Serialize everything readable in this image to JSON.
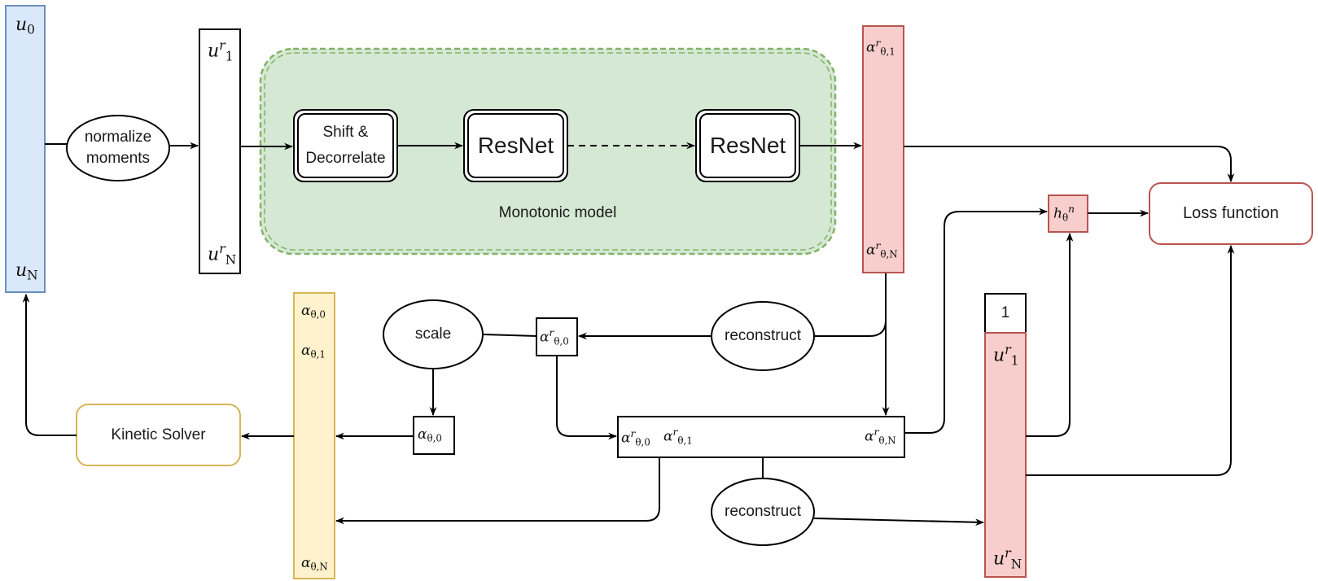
{
  "nodes": {
    "normalize_moments": "normalize\nmoments",
    "shift_decorrelate": "Shift &\nDecorrelate",
    "resnet_1": "ResNet",
    "resnet_2": "ResNet",
    "monotonic_model": "Monotonic model",
    "loss_function": "Loss function",
    "reconstruct_top": "reconstruct",
    "reconstruct_bottom": "reconstruct",
    "scale": "scale",
    "kinetic_solver": "Kinetic Solver",
    "one_cell": "1"
  },
  "symbols": {
    "u_base": "u",
    "u0_sub": "0",
    "uN_sub": "N",
    "r": "r",
    "sub_1": "1",
    "sub_N": "N",
    "alpha": "α",
    "theta0": "θ,0",
    "theta1": "θ,1",
    "thetaN": "θ,N",
    "h": "h",
    "h_sub": "θ",
    "h_sup": "n"
  },
  "colors": {
    "blue_fill": "#dae8fc",
    "blue_stroke": "#6c8ebf",
    "green_fill": "#d5e8d4",
    "green_stroke": "#82b366",
    "red_fill": "#f8cecc",
    "red_stroke": "#b85450",
    "yellow_fill": "#fff2cc",
    "yellow_stroke": "#d6b656",
    "line": "#000000"
  }
}
